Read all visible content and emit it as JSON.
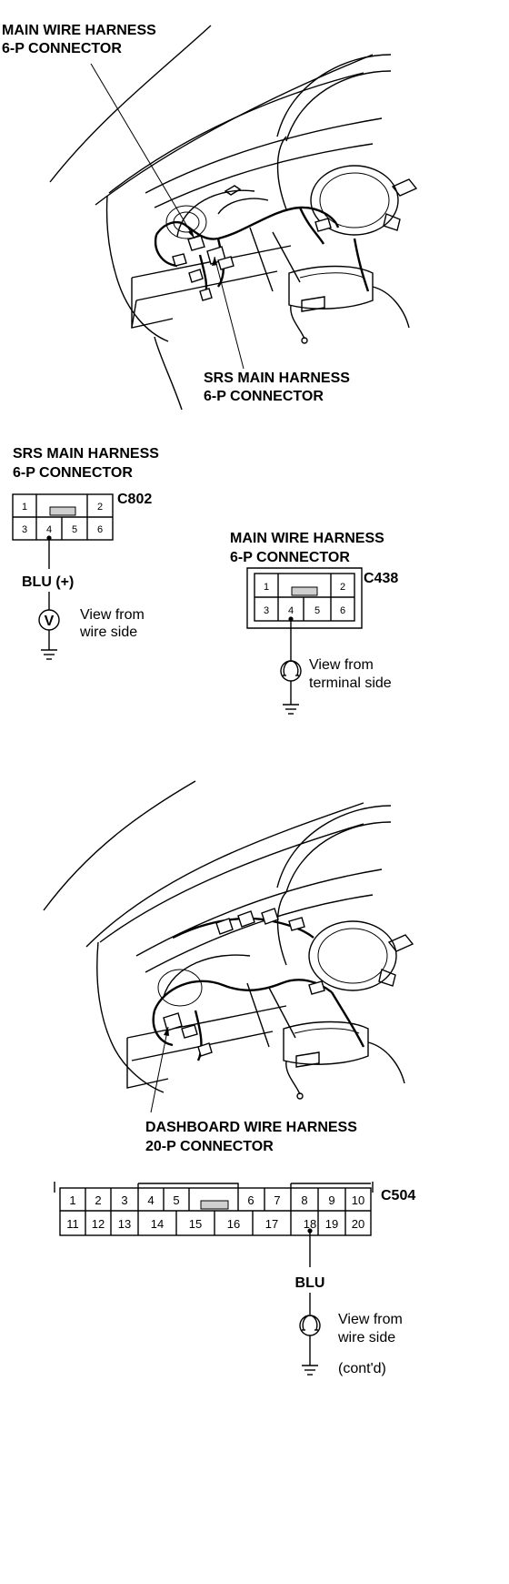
{
  "top_illustration": {
    "callout_main_wire": [
      "MAIN WIRE HARNESS",
      "6-P CONNECTOR"
    ],
    "callout_srs_main": [
      "SRS MAIN HARNESS",
      "6-P CONNECTOR"
    ]
  },
  "srs_connector": {
    "title": [
      "SRS MAIN HARNESS",
      "6-P CONNECTOR"
    ],
    "code": "C802",
    "pins_top": [
      "1",
      "2"
    ],
    "pins_bottom": [
      "3",
      "4",
      "5",
      "6"
    ],
    "wire_label": "BLU (+)",
    "meter_symbol": "V",
    "view_note": [
      "View from",
      "wire side"
    ]
  },
  "main_wire_connector": {
    "title": [
      "MAIN WIRE HARNESS",
      "6-P CONNECTOR"
    ],
    "code": "C438",
    "pins_top": [
      "1",
      "2"
    ],
    "pins_bottom": [
      "3",
      "4",
      "5",
      "6"
    ],
    "view_note": [
      "View from",
      "terminal side"
    ]
  },
  "bottom_illustration": {
    "callout": [
      "DASHBOARD WIRE HARNESS",
      "20-P CONNECTOR"
    ]
  },
  "dashboard_connector": {
    "code": "C504",
    "row_top": [
      "1",
      "2",
      "3",
      "4",
      "5",
      "6",
      "7",
      "8",
      "9",
      "10"
    ],
    "row_bottom": [
      "11",
      "12",
      "13",
      "14",
      "15",
      "16",
      "17",
      "18",
      "19",
      "20"
    ],
    "wire_label": "BLU",
    "view_note": [
      "View from",
      "wire side"
    ],
    "continued": "(cont'd)"
  }
}
